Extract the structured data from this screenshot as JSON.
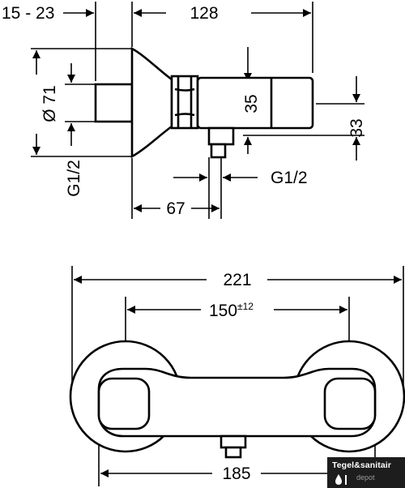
{
  "side_view": {
    "dims": {
      "wall_range": "15 - 23",
      "length": "128",
      "rosette_dia": "Ø 71",
      "thread_left": "G1/2",
      "height_35": "35",
      "height_33": "33",
      "outlet_thread": "G1/2",
      "outlet_offset": "67"
    }
  },
  "front_view": {
    "dims": {
      "overall_width": "221",
      "centre_distance": "150",
      "centre_tolerance": "±12",
      "body_width": "185"
    }
  },
  "watermark": {
    "title": "Tegel&sanitair",
    "subtitle": "depot"
  }
}
